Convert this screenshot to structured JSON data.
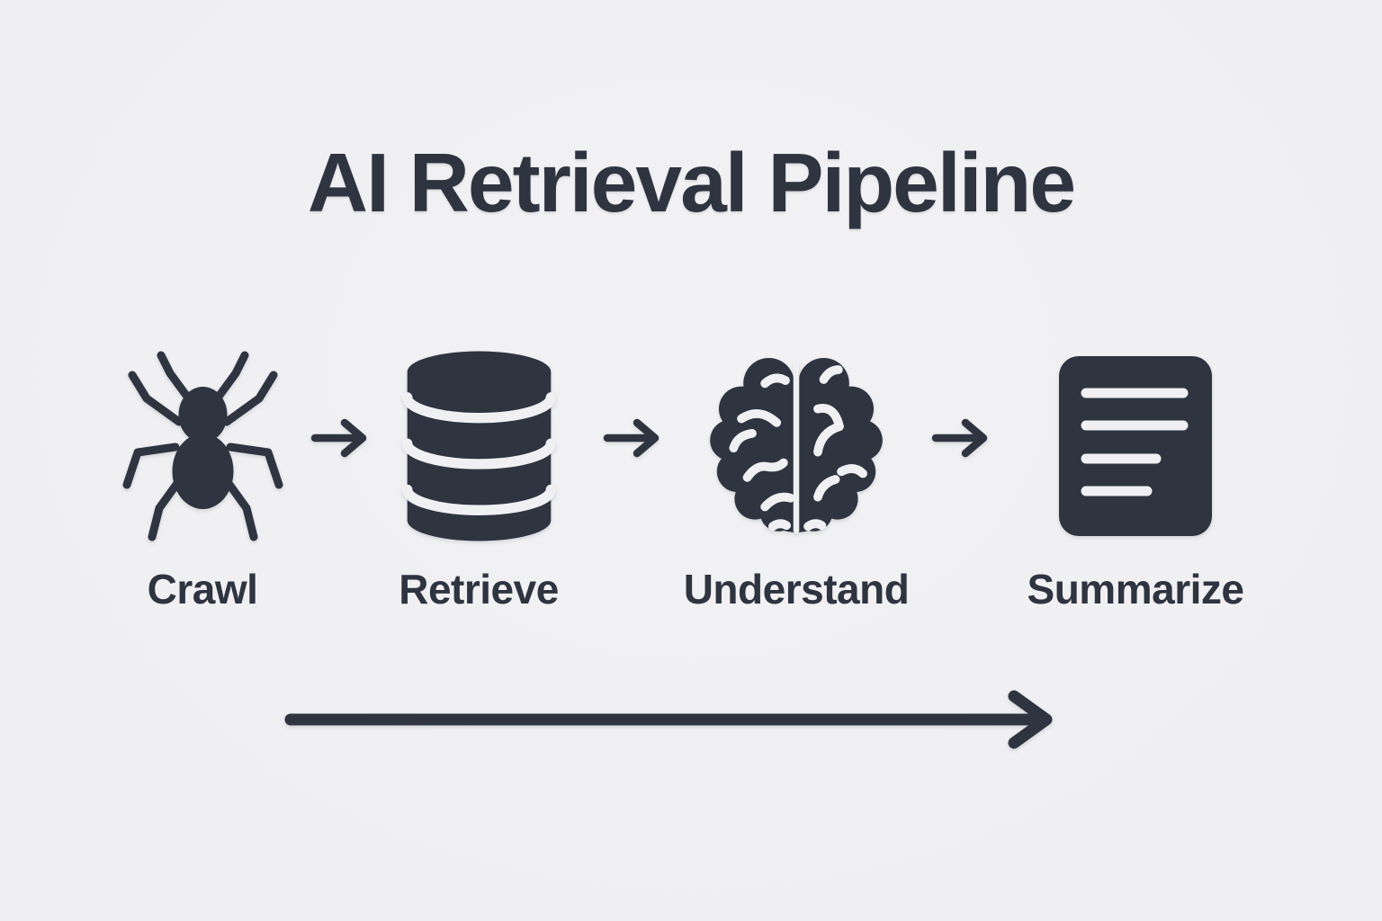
{
  "title": "AI Retrieval Pipeline",
  "colors": {
    "ink": "#2e3440",
    "background": "#f0f0f2"
  },
  "stages": [
    {
      "label": "Crawl",
      "icon": "spider-icon"
    },
    {
      "label": "Retrieve",
      "icon": "database-icon"
    },
    {
      "label": "Understand",
      "icon": "brain-icon"
    },
    {
      "label": "Summarize",
      "icon": "document-icon"
    }
  ]
}
